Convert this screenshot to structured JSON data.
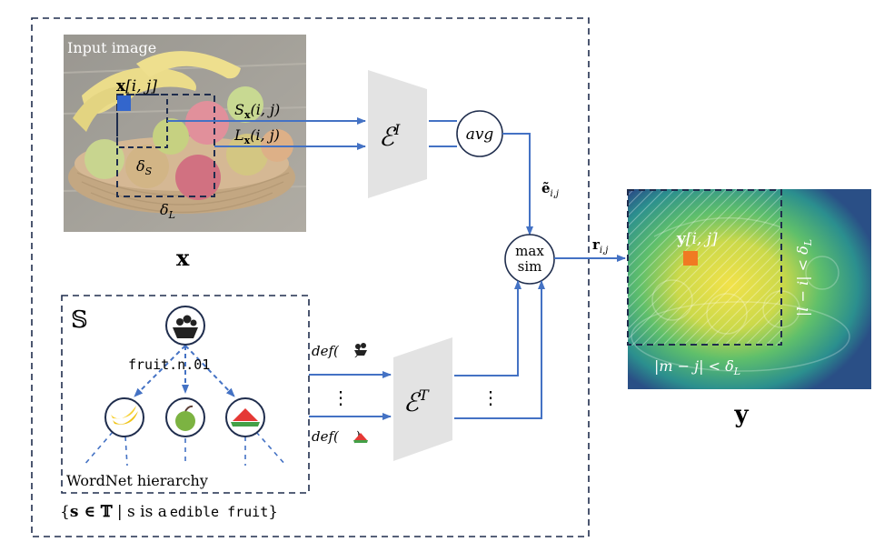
{
  "input_image": {
    "label": "Input image",
    "pixel_label_bold": "x",
    "pixel_label_rest": "[i, j]",
    "delta_s": "δ",
    "delta_s_sub": "S",
    "delta_l": "δ",
    "delta_l_sub": "L"
  },
  "x_label": "x",
  "flows": {
    "s_label": "S",
    "s_sub": "x",
    "s_args": "(i, j)",
    "l_label": "L",
    "l_sub": "x",
    "l_args": "(i, j)"
  },
  "image_encoder": {
    "symbol": "ℰ",
    "sup": "I"
  },
  "avg": {
    "label": "avg"
  },
  "e_tilde": {
    "label": "ẽ",
    "sub": "i,j"
  },
  "max_sim": {
    "line1": "max",
    "line2": "sim"
  },
  "r_label": {
    "label": "r",
    "sub": "i,j"
  },
  "output": {
    "pixel_label_bold": "y",
    "pixel_label_rest": "[i, j]",
    "vertical_constraint": "|l − i| < δ",
    "vertical_sub": "L",
    "horizontal_constraint": "|m − j| < δ",
    "horizontal_sub": "L"
  },
  "y_label": "y",
  "hierarchy": {
    "set_symbol": "𝕊",
    "root_synset": "fruit.n.01",
    "caption": "WordNet hierarchy"
  },
  "def_top": {
    "label": "def(",
    "close": ")"
  },
  "def_bottom": {
    "label": "def(",
    "close": ")"
  },
  "ellipsis": "⋮",
  "text_encoder": {
    "symbol": "ℰ",
    "sup": "T"
  },
  "set_def": {
    "open": "{",
    "s1": "s ∈ 𝕋",
    "bar": " | ",
    "s2": "s is a",
    "mono": "edible fruit",
    "close": "}"
  },
  "colors": {
    "arrow": "#4472c4",
    "dash": "#1f2d4d",
    "encoder": "#e3e3e3",
    "pixel_blue": "#3366cc",
    "pixel_orange": "#f07a22"
  }
}
